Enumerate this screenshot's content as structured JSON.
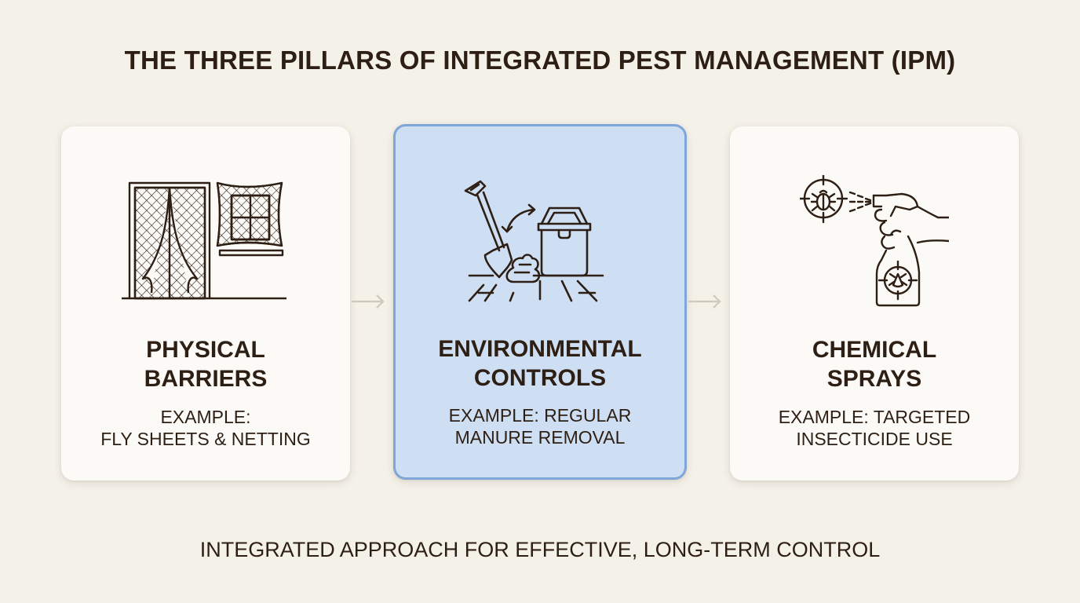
{
  "title": "THE THREE PILLARS OF INTEGRATED PEST MANAGEMENT (IPM)",
  "pillars": [
    {
      "title_line1": "PHYSICAL",
      "title_line2": "BARRIERS",
      "example_line1": "EXAMPLE:",
      "example_line2": "FLY SHEETS & NETTING",
      "icon": "netted-door-window-icon",
      "highlighted": false
    },
    {
      "title_line1": "ENVIRONMENTAL",
      "title_line2": "CONTROLS",
      "example_line1": "EXAMPLE: REGULAR",
      "example_line2": "MANURE REMOVAL",
      "icon": "shovel-manure-bin-icon",
      "highlighted": true
    },
    {
      "title_line1": "CHEMICAL",
      "title_line2": "SPRAYS",
      "example_line1": "EXAMPLE: TARGETED",
      "example_line2": "INSECTICIDE USE",
      "icon": "spray-bottle-insect-target-icon",
      "highlighted": false
    }
  ],
  "connectors": [
    "arrow-right-icon",
    "arrow-right-icon"
  ],
  "footer": "INTEGRATED APPROACH FOR EFFECTIVE, LONG-TERM CONTROL",
  "colors": {
    "background": "#f4f1e9",
    "card": "#fbfaf6",
    "highlight_fill": "#cfdff3",
    "highlight_border": "#7fa6d8",
    "text": "#2e1f14",
    "arrow": "#cfc8bc"
  }
}
